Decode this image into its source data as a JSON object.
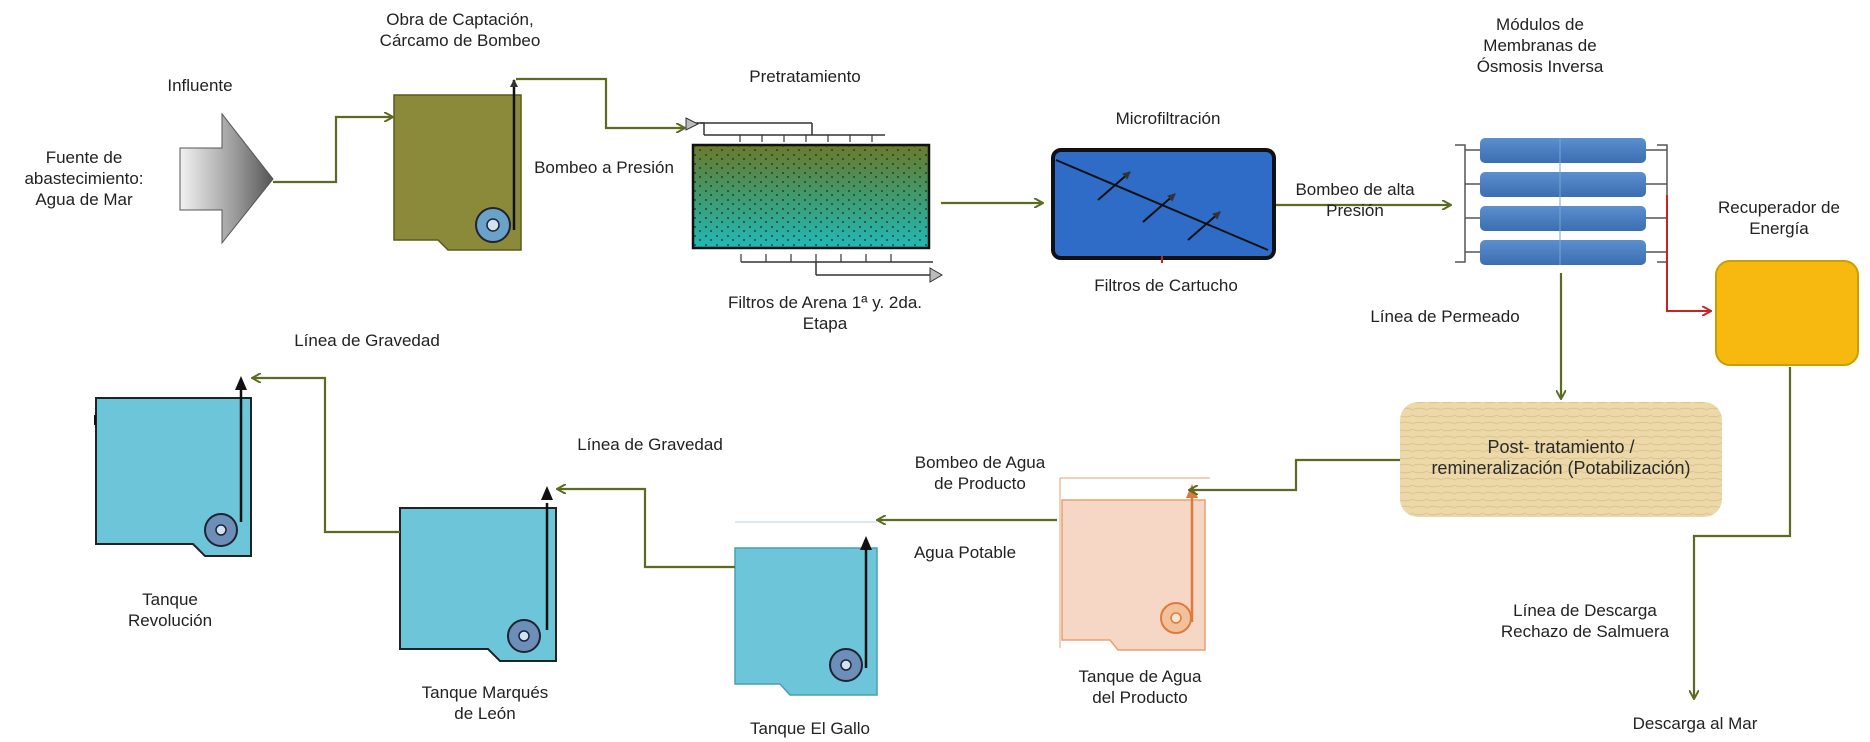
{
  "labels": {
    "influente": "Influente",
    "fuente": [
      "Fuente de",
      "abastecimiento:",
      "Agua de Mar"
    ],
    "captacion": [
      "Obra de Captación,",
      "Cárcamo de Bombeo"
    ],
    "pretratamiento": "Pretratamiento",
    "bombeo_presion": "Bombeo a Presión",
    "filtros_arena": [
      "Filtros de Arena 1ª y. 2da.",
      "Etapa"
    ],
    "microfiltracion": "Microfiltración",
    "filtros_cartucho": "Filtros de Cartucho",
    "bombeo_alta": [
      "Bombeo de alta",
      "Presión"
    ],
    "modulos": [
      "Módulos de",
      "Membranas de",
      "Ósmosis Inversa"
    ],
    "recuperador": [
      "Recuperador de",
      "Energía"
    ],
    "linea_permeado": "Línea de Permeado",
    "post_tratamiento": [
      "Post- tratamiento /",
      "remineralización (Potabilización)"
    ],
    "linea_descarga": [
      "Línea de Descarga",
      "Rechazo de Salmuera"
    ],
    "descarga_mar": "Descarga al Mar",
    "bombeo_agua_producto": [
      "Bombeo de Agua",
      "de Producto"
    ],
    "agua_potable": "Agua Potable",
    "tanque_producto": [
      "Tanque de Agua",
      "del Producto"
    ],
    "tanque_gallo": "Tanque El Gallo",
    "linea_gravedad_1": "Línea de Gravedad",
    "tanque_marques": [
      "Tanque Marqués",
      "de León"
    ],
    "linea_gravedad_2": "Línea de Gravedad",
    "tanque_revolucion": [
      "Tanque",
      "Revolución"
    ]
  },
  "colors": {
    "flow_line": "#5c6b22",
    "energy_line": "#cc2222",
    "tank_water": "#6cc5d8",
    "tank_product": "#f6d6c4",
    "captacion_tank": "#8a8a3a",
    "membrane": "#4a7fc0",
    "microfilter": "#2f6cc8",
    "recuperador": "#f7b90f",
    "post_tratamiento": "#ecd8a8"
  }
}
